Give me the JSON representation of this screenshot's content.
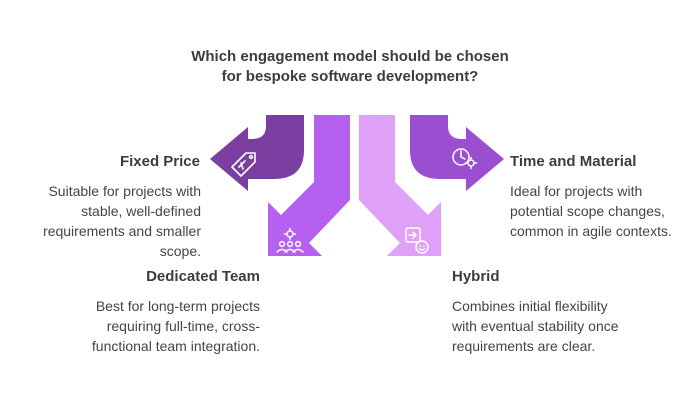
{
  "question": "Which engagement model should be chosen for bespoke software development?",
  "options": {
    "fixed_price": {
      "title": "Fixed Price",
      "description": "Suitable for projects with\nstable, well-defined\nrequirements and smaller\nscope.",
      "icon": "price-tag-icon",
      "color": "#7b3fa1"
    },
    "dedicated_team": {
      "title": "Dedicated Team",
      "description": "Best for long-term projects\nrequiring full-time, cross-\nfunctional team integration.",
      "icon": "team-gear-icon",
      "color": "#b660f0"
    },
    "hybrid": {
      "title": "Hybrid",
      "description": "Combines initial flexibility\nwith eventual stability once\nrequirements are clear.",
      "icon": "flexible-schedule-icon",
      "color": "#dfa0f8"
    },
    "time_material": {
      "title": "Time and Material",
      "description": "Ideal for projects with\npotential scope changes,\ncommon in agile contexts.",
      "icon": "clock-gear-icon",
      "color": "#9b4fd0"
    }
  }
}
